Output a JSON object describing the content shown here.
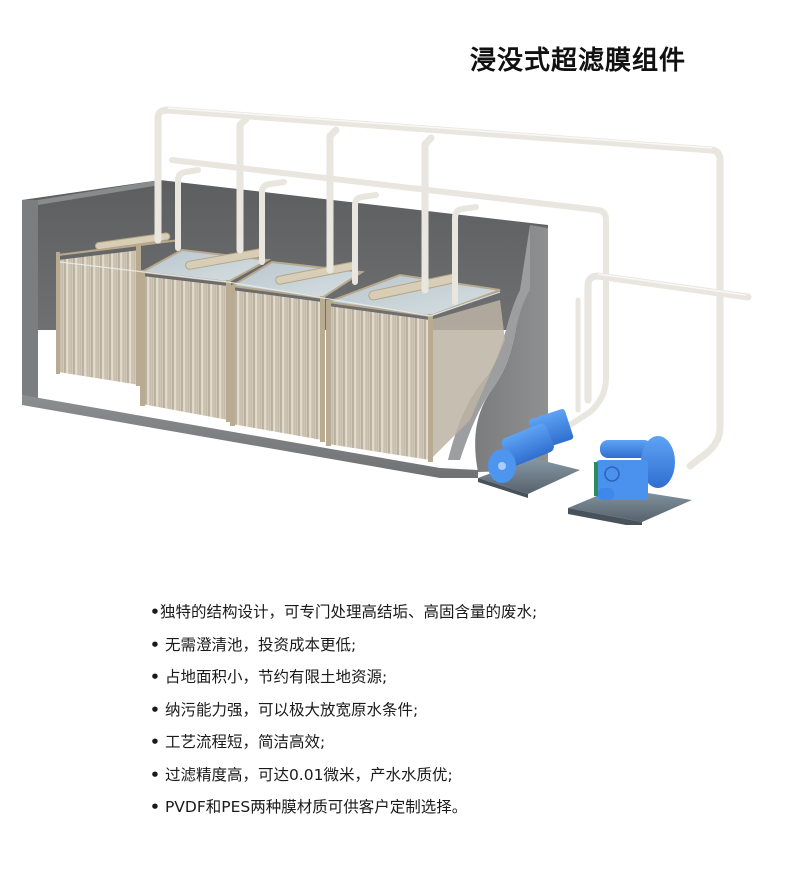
{
  "header": {
    "title": "浸没式超滤膜组件"
  },
  "illustration": {
    "subject": "submerged-ultrafiltration-membrane-system",
    "tank": {
      "color": "#6b6c6e",
      "count_modules": 4
    },
    "modules": [
      {
        "label": "membrane-module-1"
      },
      {
        "label": "membrane-module-2"
      },
      {
        "label": "membrane-module-3"
      },
      {
        "label": "membrane-module-4"
      }
    ],
    "pipe_color": "#e8e6df",
    "pump_color": "#3f87e8",
    "pumps": [
      {
        "label": "suction-pump-1"
      },
      {
        "label": "suction-pump-2"
      }
    ]
  },
  "features": {
    "bullet": "•",
    "items": [
      "独特的结构设计，可专门处理高结垢、高固含量的废水;",
      "无需澄清池，投资成本更低;",
      "占地面积小，节约有限土地资源;",
      "纳污能力强，可以极大放宽原水条件;",
      "工艺流程短，简洁高效;",
      "过滤精度高，可达0.01微米，产水水质优;",
      "PVDF和PES两种膜材质可供客户定制选择。"
    ]
  }
}
